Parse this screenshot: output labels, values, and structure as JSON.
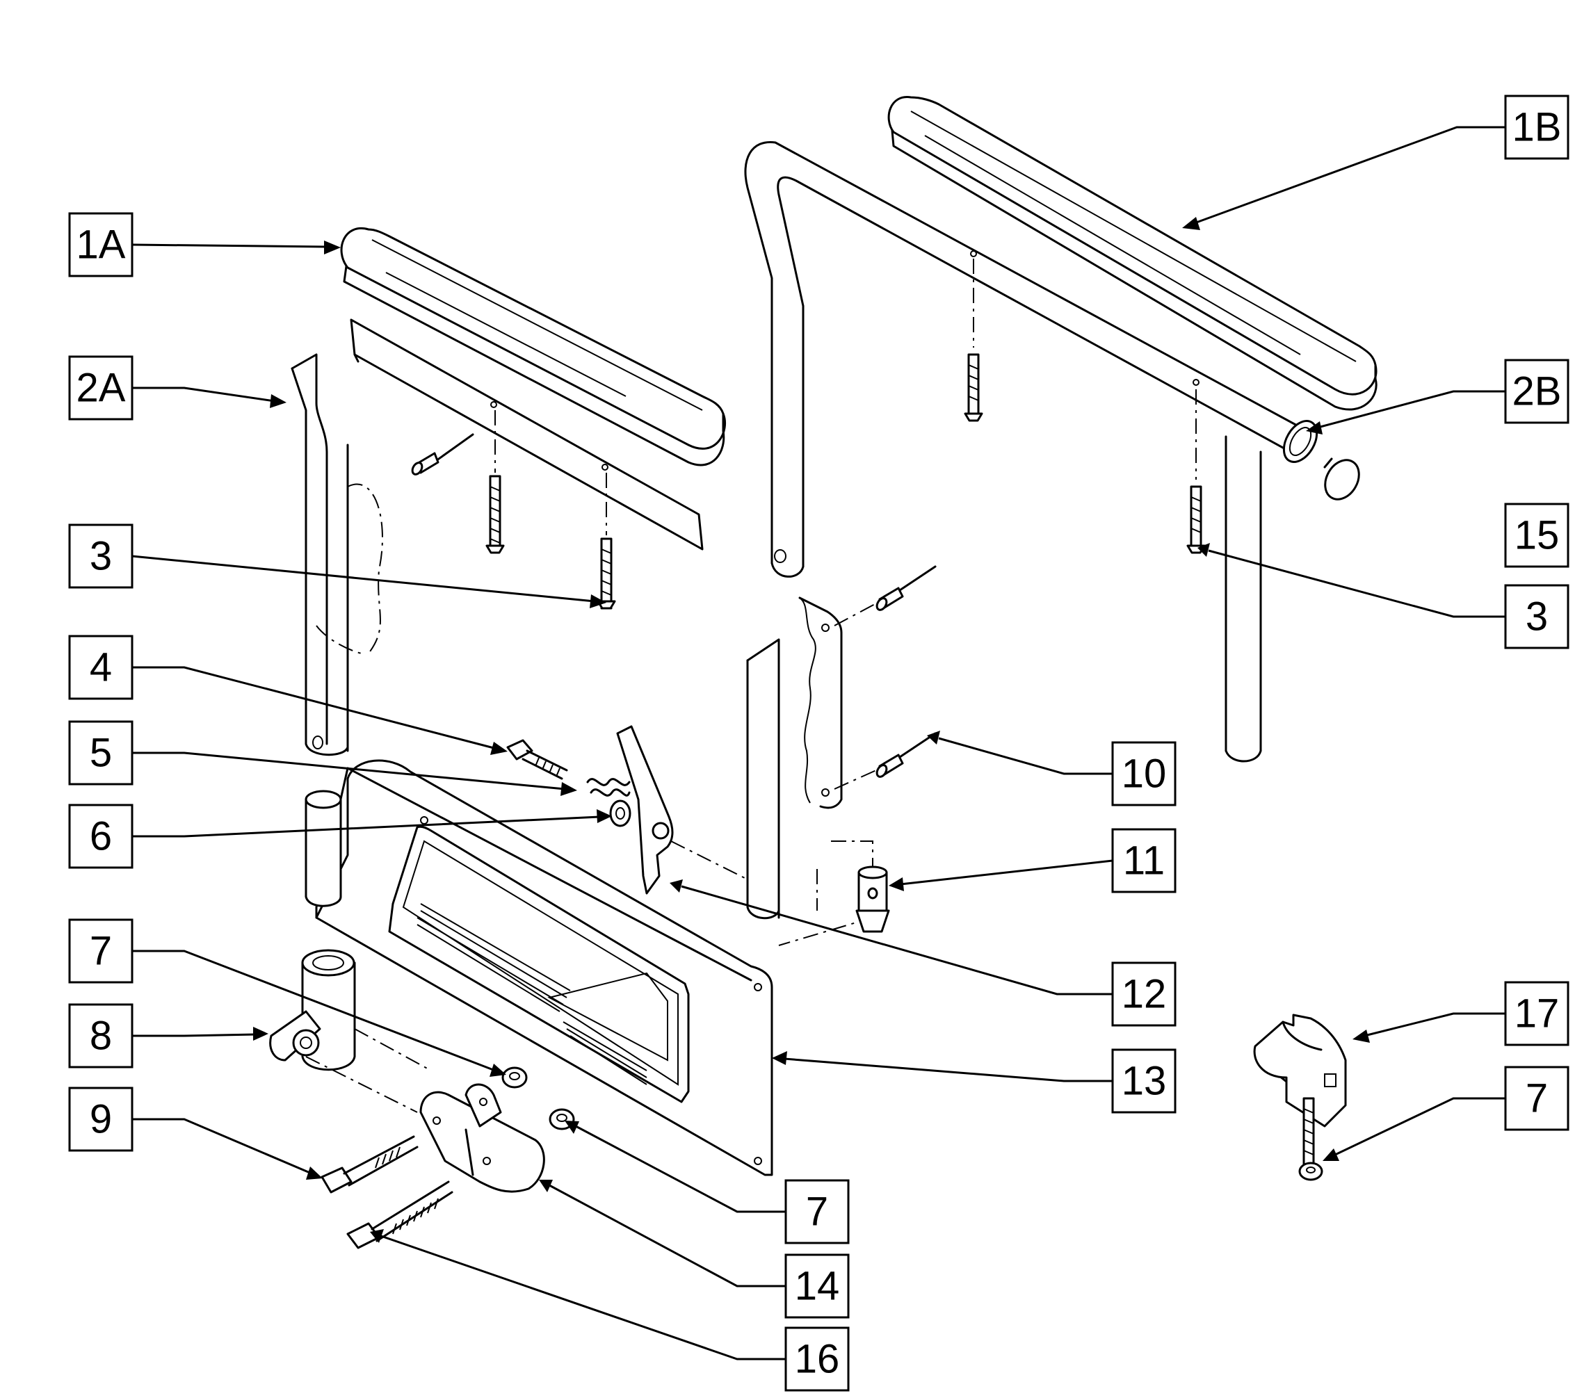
{
  "callouts": {
    "1A": "1A",
    "1B": "1B",
    "2A": "2A",
    "2B": "2B",
    "3_left": "3",
    "3_right": "3",
    "4": "4",
    "5": "5",
    "6": "6",
    "7_left": "7",
    "7_mid": "7",
    "7_right": "7",
    "8": "8",
    "9": "9",
    "10": "10",
    "11": "11",
    "12": "12",
    "13": "13",
    "14": "14",
    "15": "15",
    "16": "16",
    "17": "17"
  }
}
